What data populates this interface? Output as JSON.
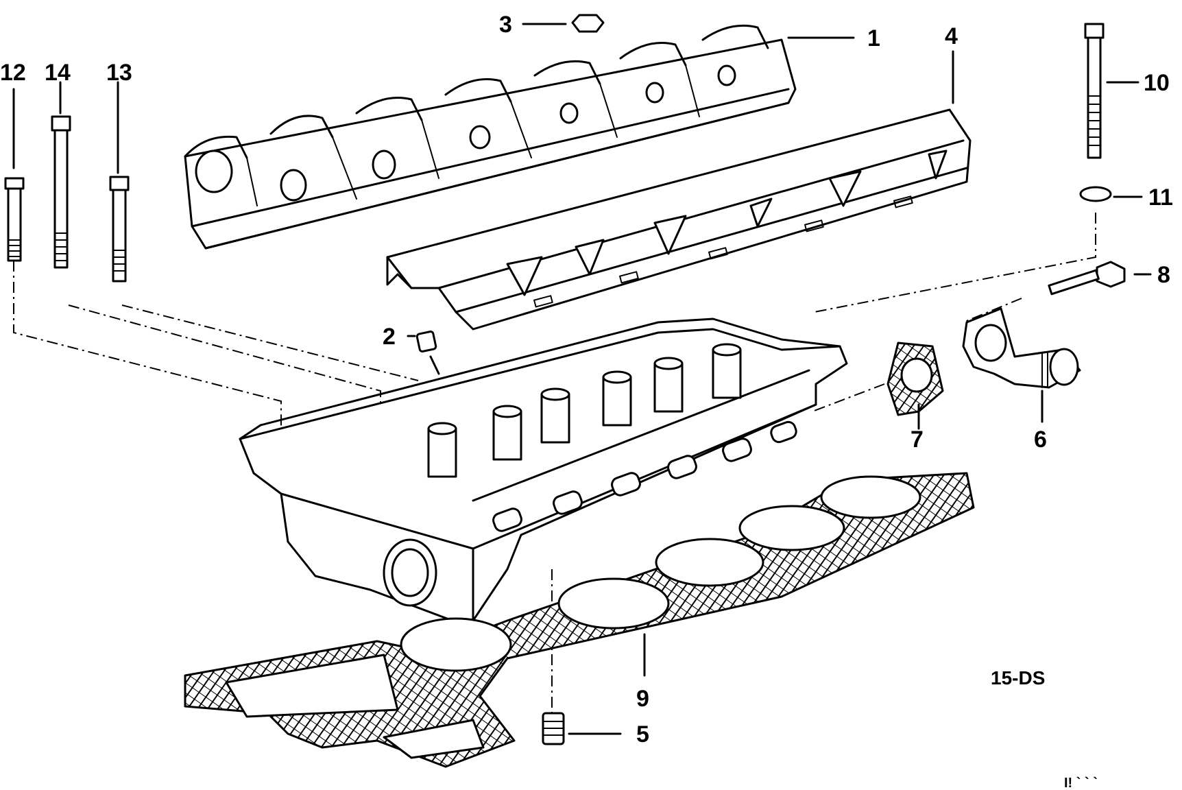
{
  "callouts": [
    {
      "id": "1",
      "label": "1"
    },
    {
      "id": "2",
      "label": "2"
    },
    {
      "id": "3",
      "label": "3"
    },
    {
      "id": "4",
      "label": "4"
    },
    {
      "id": "5",
      "label": "5"
    },
    {
      "id": "6",
      "label": "6"
    },
    {
      "id": "7",
      "label": "7"
    },
    {
      "id": "8",
      "label": "8"
    },
    {
      "id": "9",
      "label": "9"
    },
    {
      "id": "10",
      "label": "10"
    },
    {
      "id": "11",
      "label": "11"
    },
    {
      "id": "12",
      "label": "12"
    },
    {
      "id": "13",
      "label": "13"
    },
    {
      "id": "14",
      "label": "14"
    }
  ],
  "diagram_code": "15-DS",
  "corner_mark": "I! ` ` `"
}
